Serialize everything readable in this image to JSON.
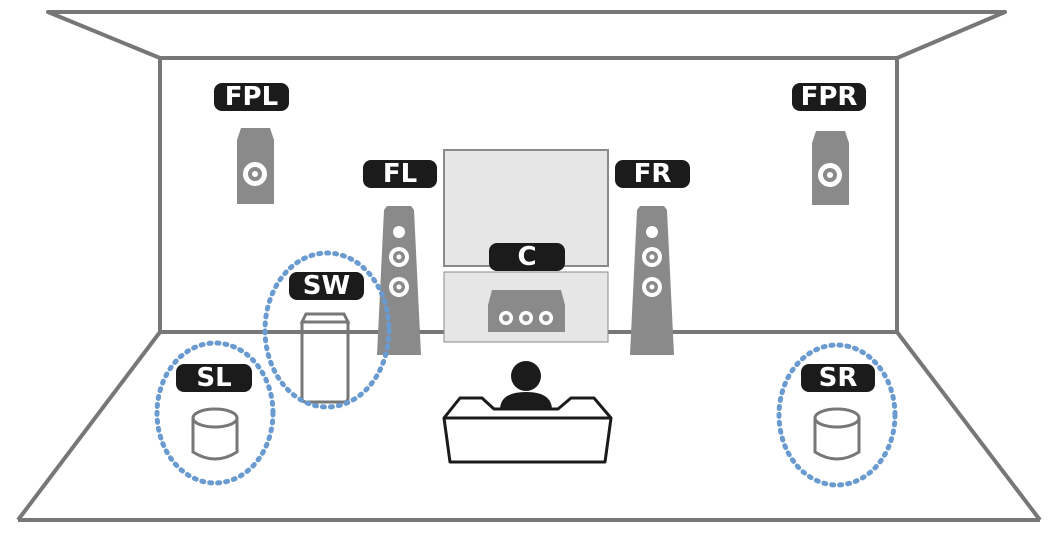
{
  "labels": {
    "fpl": "FPL",
    "fpr": "FPR",
    "fl": "FL",
    "fr": "FR",
    "c": "C",
    "sw": "SW",
    "sl": "SL",
    "sr": "SR"
  },
  "colors": {
    "line": "#777777",
    "speaker_gray": "#8a8a8a",
    "tv_fill": "#e6e6e6",
    "label_bg": "#1b1b1b",
    "highlight_dotted": "#6a9bd0"
  },
  "icons": [
    "listener-icon",
    "sofa-icon",
    "tv-icon",
    "speaker-icon",
    "subwoofer-icon"
  ]
}
